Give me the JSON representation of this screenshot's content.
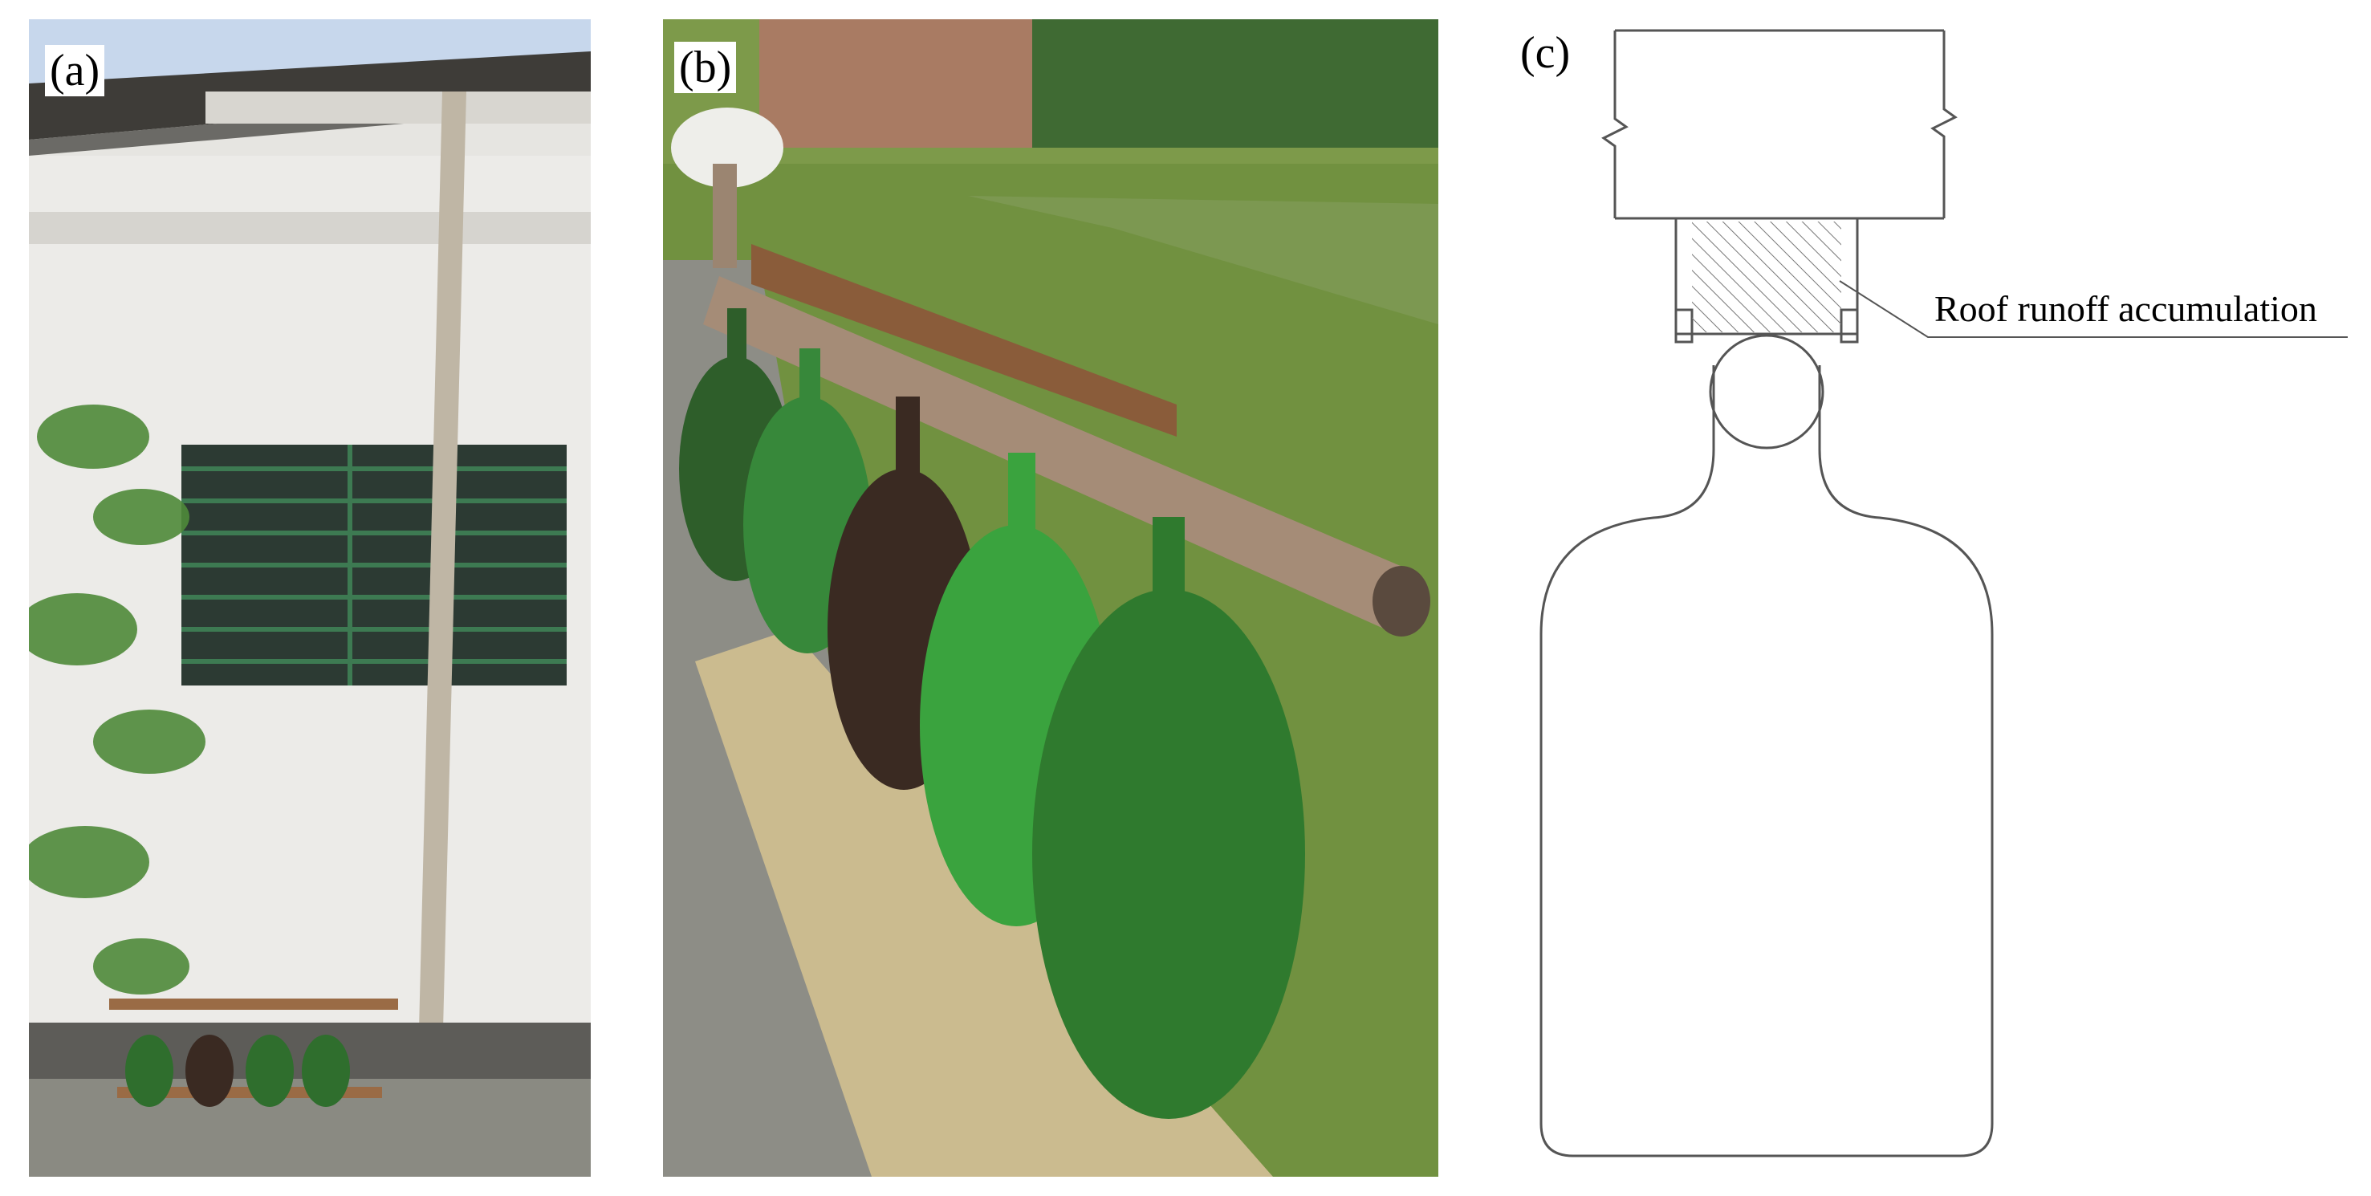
{
  "panels": {
    "a": {
      "label": "(a)"
    },
    "b": {
      "label": "(b)"
    },
    "c": {
      "label": "(c)",
      "annotation": "Roof runoff accumulation"
    }
  },
  "colors": {
    "sky": "#c9d9ee",
    "wall": "#e8e8e6",
    "roof": "#3e3c38",
    "window": "#2f4a3a",
    "pipe": "#9b8571",
    "bottle_green": "#2f7a2e",
    "bottle_dark": "#3a2a22",
    "grass": "#6f8f3e",
    "plank": "#c9b98e",
    "line": "#555555"
  }
}
